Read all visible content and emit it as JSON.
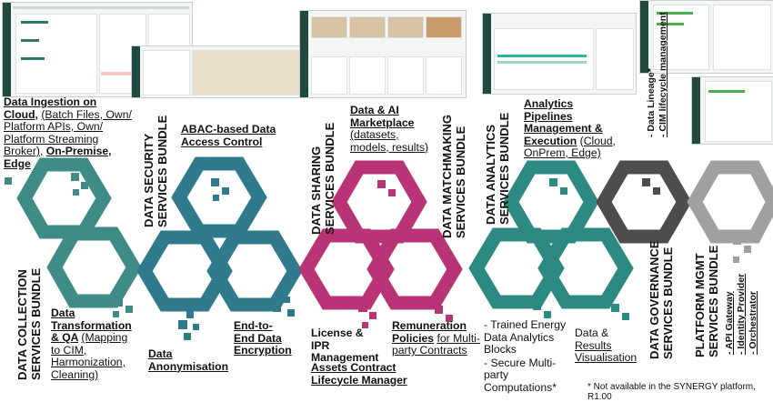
{
  "colors": {
    "collection": "#3f8b86",
    "security": "#2f7a8d",
    "sharing": "#b83476",
    "analytics": "#2d8a82",
    "governance": "#4d4d4d",
    "platform": "#a0a0a0"
  },
  "bundles": {
    "collection": "DATA COLLECTION SERVICES BUNDLE",
    "security": "DATA SECURITY SERVICES BUNDLE",
    "sharing": "DATA SHARING SERVICES BUNDLE",
    "matchmaking": "DATA MATCHMAKING SERVICES BUNDLE",
    "analytics": "DATA ANALYTICS SERVICES BUNDLE",
    "governance": "DATA GOVERNANCE SERVICES BUNDLE",
    "platform": "PLATFORM MGMT SERVICES BUNDLE"
  },
  "labels": {
    "ingestion_title": "Data Ingestion on Cloud,",
    "ingestion_detail": "(Batch Files, Own/ Platform APIs, Own/ Platform Streaming Broker),",
    "ingestion_tail": "On-Premise, Edge",
    "abac": "ABAC-based Data Access Control",
    "marketplace_title": "Data & AI Marketplace",
    "marketplace_detail": "(datasets, models, results)",
    "pipelines_title": "Analytics Pipelines Management & Execution",
    "pipelines_detail": "(Cloud, OnPrem, Edge)",
    "transformation_title": "Data Transformation & QA",
    "transformation_detail": "(Mapping to CIM, Harmonization, Cleaning)",
    "anonymisation": "Data Anonymisation",
    "encryption": "End-to-End Data Encryption",
    "license": "License & IPR Management",
    "contract": "Assets Contract Lifecycle Manager",
    "remuneration_title": "Remuneration Policies",
    "remuneration_detail": "for Multi-party Contracts",
    "trained_a": "- Trained Energy Data Analytics Blocks",
    "trained_b": "- Secure Multi-party Computations*",
    "visualisation_a": "Data &",
    "visualisation_b": "Results Visualisation",
    "lineage": "- Data Lineage*",
    "cim_lifecycle": "- CIM lifecycle management",
    "platform_items": [
      "- API Gateway",
      "- Identity Provider",
      "- Orchestrator"
    ],
    "footnote": "* Not available in the SYNERGY platform, R1.00"
  }
}
